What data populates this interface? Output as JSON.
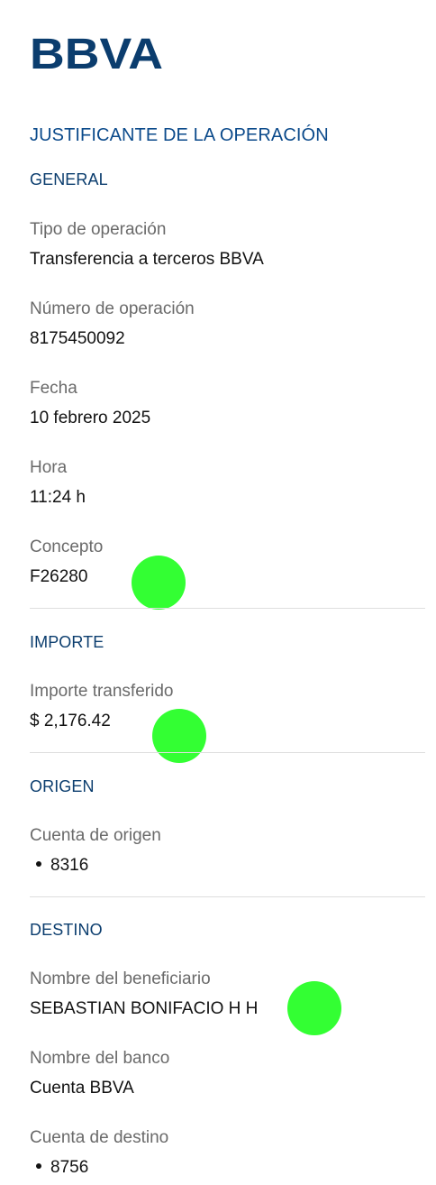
{
  "header": {
    "logo_text": "BBVA",
    "title": "JUSTIFICANTE DE LA OPERACIÓN"
  },
  "sections": {
    "general": {
      "title": "GENERAL",
      "tipo_label": "Tipo de operación",
      "tipo_value": "Transferencia a terceros BBVA",
      "numero_label": "Número de operación",
      "numero_value": "8175450092",
      "fecha_label": "Fecha",
      "fecha_value": "10 febrero 2025",
      "hora_label": "Hora",
      "hora_value": "11:24 h",
      "concepto_label": "Concepto",
      "concepto_value": "F26280"
    },
    "importe": {
      "title": "IMPORTE",
      "transferido_label": "Importe transferido",
      "transferido_value": "$ 2,176.42"
    },
    "origen": {
      "title": "ORIGEN",
      "cuenta_label": "Cuenta de origen",
      "cuenta_value": "8316"
    },
    "destino": {
      "title": "DESTINO",
      "beneficiario_label": "Nombre del beneficiario",
      "beneficiario_value": "SEBASTIAN BONIFACIO H H",
      "banco_label": "Nombre del banco",
      "banco_value": "Cuenta BBVA",
      "cuenta_label": "Cuenta de destino",
      "cuenta_value": "8756"
    }
  },
  "colors": {
    "brand_blue": "#0b3d6e",
    "title_blue": "#0b4a8b",
    "redaction_dot": "#33ff33"
  }
}
